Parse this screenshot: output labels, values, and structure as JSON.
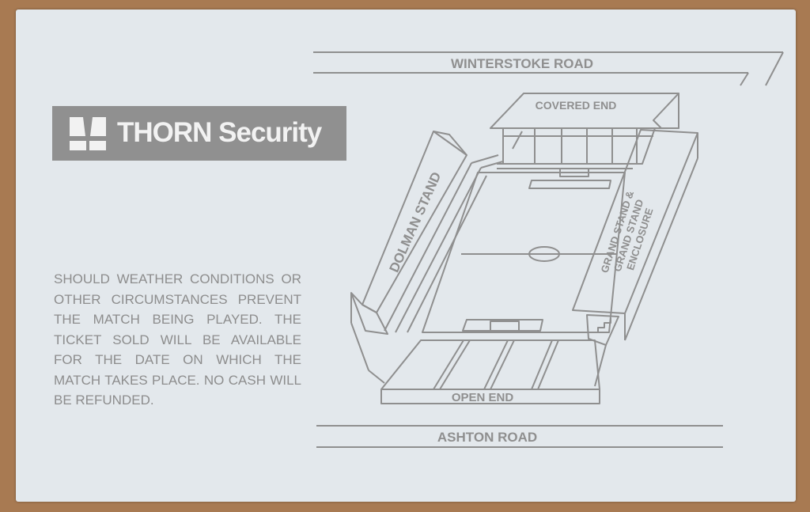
{
  "sponsor": {
    "name": "THORN Security"
  },
  "notice": "SHOULD WEATHER CONDITIONS OR OTHER CIRCUMSTANCES PREVENT THE MATCH BEING PLAYED. THE TICKET SOLD WILL BE AVAILABLE FOR THE DATE ON WHICH THE MATCH TAKES PLACE. NO CASH WILL BE REFUNDED.",
  "map": {
    "road_top": "WINTERSTOKE ROAD",
    "road_bottom": "ASHTON ROAD",
    "stand_covered_end": "COVERED END",
    "stand_dolman": "DOLMAN STAND",
    "stand_grand_line1": "GRAND STAND &",
    "stand_grand_line2": "GRAND STAND",
    "stand_grand_line3": "ENCLOSURE",
    "stand_open_end": "OPEN END"
  },
  "colors": {
    "ink": "#8f8f8f",
    "paper": "#e3e8ec",
    "sponsor_band": "#909090"
  }
}
